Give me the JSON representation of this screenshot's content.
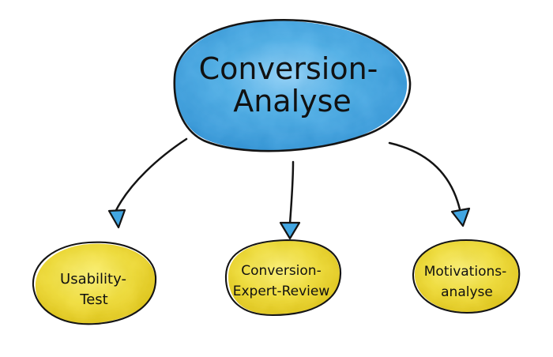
{
  "colors": {
    "main_fill": "#4aa8df",
    "main_fill_light": "#8ccaf0",
    "child_fill": "#e7d433",
    "child_fill_light": "#f3e86f",
    "outline": "#141414",
    "arrowhead": "#42a6e2"
  },
  "diagram": {
    "main_node": {
      "line1": "Conversion-",
      "line2": "Analyse"
    },
    "child_nodes": [
      {
        "line1": "Usability-",
        "line2": "Test"
      },
      {
        "line1": "Conversion-",
        "line2": "Expert-Review"
      },
      {
        "line1": "Motivations-",
        "line2": "analyse"
      }
    ]
  }
}
